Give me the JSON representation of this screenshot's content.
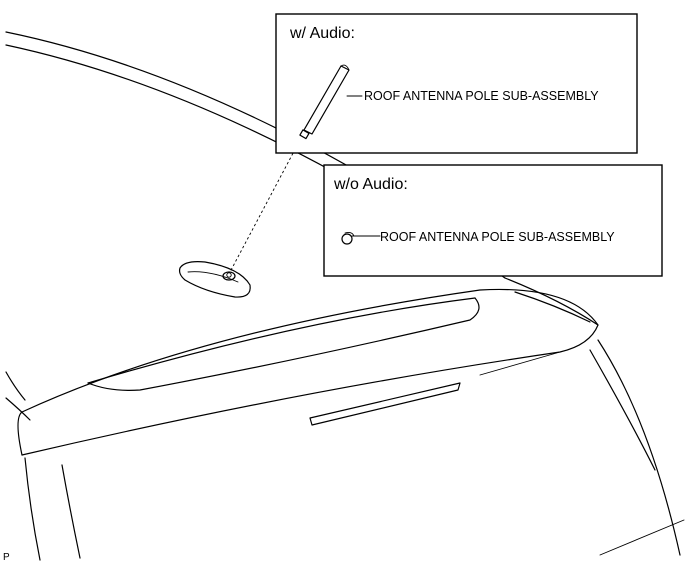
{
  "callout_with_audio": {
    "heading": "w/ Audio:",
    "part_label": "ROOF ANTENNA POLE SUB-ASSEMBLY"
  },
  "callout_without_audio": {
    "heading": "w/o Audio:",
    "part_label": "ROOF ANTENNA POLE SUB-ASSEMBLY"
  },
  "corner_code": "P"
}
